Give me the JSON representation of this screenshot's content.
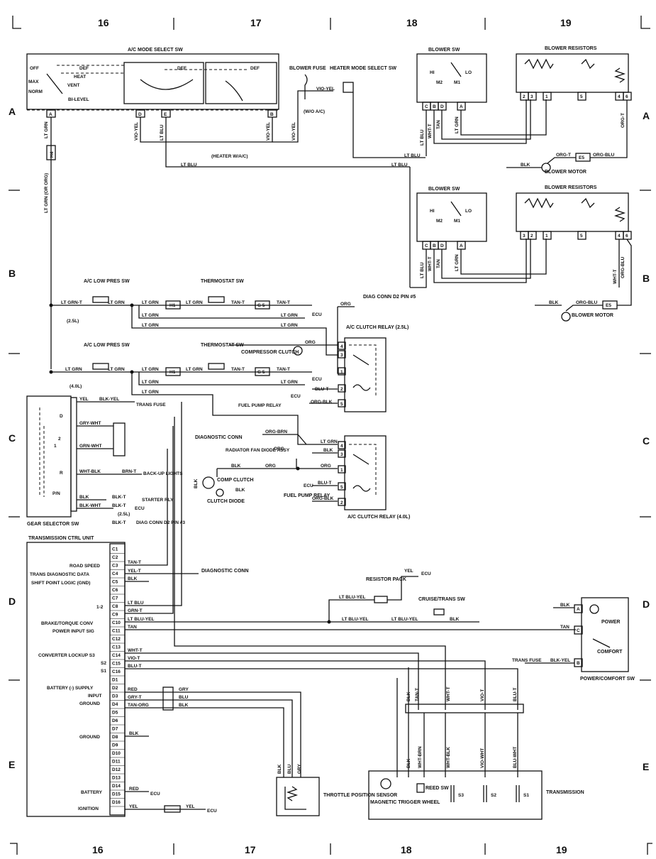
{
  "grid": {
    "columns": [
      "16",
      "17",
      "18",
      "19"
    ],
    "rows": [
      "A",
      "B",
      "C",
      "D",
      "E"
    ]
  },
  "components": {
    "ac_mode": {
      "title": "A/C MODE SELECT SW",
      "positions": [
        "OFF",
        "DEF",
        "HEAT",
        "VENT",
        "MAX",
        "NORM",
        "BI-LEVEL",
        "DEF",
        "DEF"
      ],
      "pins": [
        "A",
        "D",
        "E",
        "B"
      ]
    },
    "blower_fuse": "BLOWER FUSE",
    "heater_mode": "HEATER MODE SELECT SW",
    "wo_ac": "(W/O A/C)",
    "heater_wac": "(HEATER W/A/C)",
    "blower_sw_1": {
      "title": "BLOWER SW",
      "positions": [
        "HI",
        "LO",
        "M2",
        "M1"
      ],
      "pins": [
        "C",
        "B",
        "D",
        "A"
      ]
    },
    "blower_res_1": {
      "title": "BLOWER RESISTORS",
      "pins": [
        "2",
        "3",
        "1",
        "5",
        "4",
        "6"
      ]
    },
    "blower_motor_1": "BLOWER MOTOR",
    "blower_sw_2": {
      "title": "BLOWER SW",
      "positions": [
        "HI",
        "LO",
        "M2",
        "M1"
      ],
      "pins": [
        "C",
        "B",
        "D",
        "A"
      ]
    },
    "blower_res_2": {
      "title": "BLOWER RESISTORS",
      "pins": [
        "3",
        "2",
        "1",
        "5",
        "4",
        "6"
      ]
    },
    "blower_motor_2": "BLOWER MOTOR",
    "ac_low_pres_1": "A/C LOW PRES SW",
    "ac_low_pres_2": "A/C LOW PRES SW",
    "thermostat_1": "THERMOSTAT SW",
    "thermostat_2": "THERMOSTAT SW",
    "diag_conn_5": "DIAG CONN D2 PIN #5",
    "ac_clutch_relay_25": {
      "title": "A/C CLUTCH RELAY (2.5L)",
      "pins": [
        "4",
        "3",
        "1",
        "2",
        "5"
      ]
    },
    "compressor_clutch": "COMPRESSOR CLUTCH",
    "ecu": "ECU",
    "fuel_pump_relay": "FUEL PUMP RELAY",
    "gear_selector": {
      "title": "GEAR SELECTOR SW",
      "positions": [
        "D",
        "2",
        "1",
        "R",
        "P/N"
      ]
    },
    "trans_fuse": "TRANS FUSE",
    "backup_lights": "BACK-UP LIGHTS",
    "starter_rly": "STARTER RLY",
    "diag_conn_3": "DIAG CONN D2 PIN #3",
    "diagnostic_conn_label": "DIAGNOSTIC CONN",
    "rad_fan_diode": "RADIATOR FAN DIODE ASSY",
    "comp_clutch": "COMP CLUTCH",
    "clutch_diode": "CLUTCH DIODE",
    "ac_clutch_relay_40": {
      "title": "A/C CLUTCH RELAY (4.0L)",
      "pins": [
        "4",
        "3",
        "1",
        "5",
        "2"
      ]
    },
    "fuel_pump_relay_2": "FUEL PUMP RELAY",
    "tcu": {
      "title": "TRANSMISSION CTRL UNIT",
      "pins": [
        "C1",
        "C2",
        "C3",
        "C4",
        "C5",
        "C6",
        "C7",
        "C8",
        "C9",
        "C10",
        "C11",
        "C12",
        "C13",
        "C14",
        "C15",
        "C16",
        "D1",
        "D2",
        "D3",
        "D4",
        "D5",
        "D6",
        "D7",
        "D8",
        "D9",
        "D10",
        "D11",
        "D12",
        "D13",
        "D14",
        "D15",
        "D16"
      ],
      "functions": [
        "ROAD SPEED",
        "TRANS DIAGNOSTIC DATA",
        "SHIFT POINT LOGIC (GND)",
        "1-2",
        "BRAKE/TORQUE CONV",
        "POWER INPUT SIG",
        "CONVERTER LOCKUP S3",
        "S2",
        "S1",
        "BATTERY (-) SUPPLY",
        "INPUT",
        "GROUND",
        "GROUND",
        "BATTERY",
        "IGNITION"
      ]
    },
    "diagnostic_conn_2": "DIAGNOSTIC CONN",
    "resistor_pack": "RESISTOR PACK",
    "cruise_trans_sw": "CRUISE/TRANS SW",
    "power_comfort": {
      "title": "POWER/COMFORT SW",
      "modes": [
        "POWER",
        "COMFORT"
      ],
      "pins": [
        "A",
        "C",
        "B"
      ]
    },
    "tps": "THROTTLE POSITION SENSOR",
    "transmission": {
      "title": "TRANSMISSION",
      "trigger": "MAGNETIC TRIGGER WHEEL",
      "reed": "REED SW",
      "solenoids": [
        "S3",
        "S2",
        "S1"
      ]
    }
  },
  "wires": {
    "lt_grn": "LT GRN",
    "lt_grn_t": "LT GRN-T",
    "lt_grn_org": "LT GRN (OR ORG)",
    "vio_yel": "VIO-YEL",
    "lt_blu": "LT BLU",
    "blk": "BLK",
    "tan": "TAN",
    "tan_t": "TAN-T",
    "wht_t": "WHT-T",
    "org": "ORG",
    "org_t": "ORG-T",
    "org_blu": "ORG-BLU",
    "blu_t": "BLU-T",
    "yel": "YEL",
    "blk_yel": "BLK-YEL",
    "gry_wht": "GRY-WHT",
    "grn_wht": "GRN-WHT",
    "wht_blk": "WHT-BLK",
    "brn_t": "BRN-T",
    "blk_t": "BLK-T",
    "blk_wht": "BLK-WHT",
    "org_brn": "ORG-BRN",
    "org_blk": "ORG-BLK",
    "yel_t": "YEL-T",
    "grn_t": "GRN-T",
    "lt_blu_yel": "LT BLU-YEL",
    "vio_t": "VIO-T",
    "red": "RED",
    "gry": "GRY",
    "gry_t": "GRY-T",
    "blu": "BLU",
    "tan_org": "TAN-ORG",
    "wht_brn": "WHT-BRN",
    "vio_wht": "VIO-WHT",
    "blu_wht": "BLU-WHT",
    "blk_yel_2": "BLK-YEL"
  },
  "connectors": {
    "h4": "H4",
    "h1": "H1",
    "g5": "G 5",
    "e5": "E5"
  },
  "engine_notes": {
    "l25": "(2.5L)",
    "l40": "(4.0L)"
  }
}
